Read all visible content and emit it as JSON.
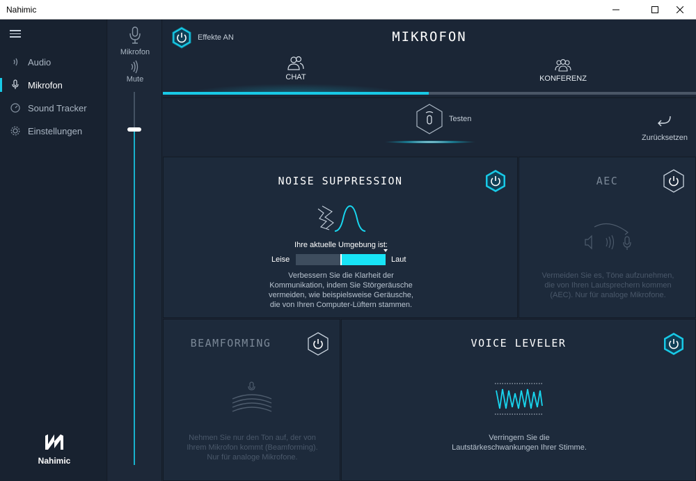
{
  "window": {
    "title": "Nahimic"
  },
  "sidebar": {
    "items": [
      {
        "label": "Audio",
        "icon": "speaker-waves-icon",
        "active": false
      },
      {
        "label": "Mikrofon",
        "icon": "microphone-icon",
        "active": true
      },
      {
        "label": "Sound Tracker",
        "icon": "radar-icon",
        "active": false
      },
      {
        "label": "Einstellungen",
        "icon": "gear-icon",
        "active": false
      }
    ],
    "logo": {
      "name": "Nahimic"
    }
  },
  "volume": {
    "mic_label": "Mikrofon",
    "mute_label": "Mute",
    "level": 0.9
  },
  "header": {
    "title": "MIKROFON",
    "effects_label": "Effekte AN",
    "tabs": [
      {
        "label": "CHAT",
        "active": true
      },
      {
        "label": "KONFERENZ",
        "active": false
      }
    ],
    "test_label": "Testen",
    "reset_label": "Zurücksetzen"
  },
  "panels": {
    "noise": {
      "title": "NOISE SUPPRESSION",
      "enabled": true,
      "env_label": "Ihre aktuelle Umgebung ist:",
      "low_label": "Leise",
      "high_label": "Laut",
      "level": 0.5,
      "desc": "Verbessern Sie die Klarheit der Kommunikation, indem Sie Störgeräusche vermeiden, wie beispielsweise Geräusche, die von Ihren Computer-Lüftern stammen."
    },
    "aec": {
      "title": "AEC",
      "enabled": false,
      "desc": "Vermeiden Sie es, Töne aufzunehmen, die von Ihren Lautsprechern kommen (AEC). Nur für analoge Mikrofone."
    },
    "beam": {
      "title": "BEAMFORMING",
      "enabled": false,
      "desc": "Nehmen Sie nur den Ton auf, der von Ihrem Mikrofon kommt (Beamforming). Nur für analoge Mikrofone."
    },
    "voice": {
      "title": "VOICE LEVELER",
      "enabled": true,
      "desc": "Verringern Sie die Lautstärkeschwankungen Ihrer Stimme."
    }
  },
  "colors": {
    "accent": "#18c9e6",
    "background": "#1b2534",
    "panel": "#1d2a3b"
  }
}
